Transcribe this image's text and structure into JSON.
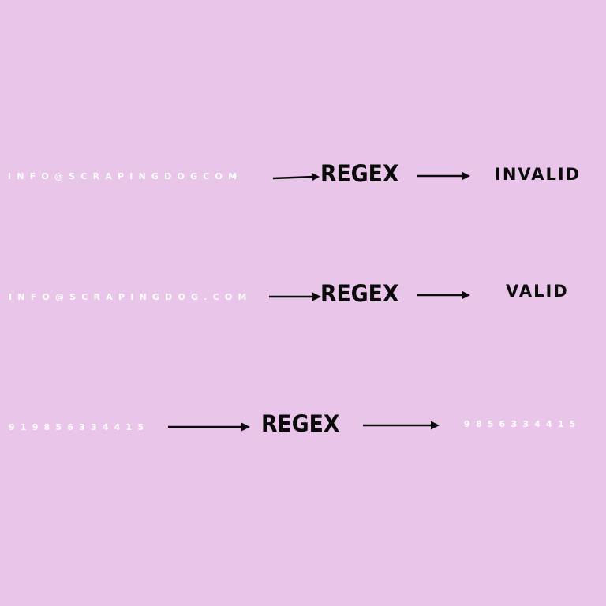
{
  "colors": {
    "background": "#E8C5E9",
    "input_text": "#FFFFFF",
    "label_text": "#0A0A0A",
    "arrow": "#0A0A0A",
    "output_small_text": "#FFFFFF"
  },
  "rows": [
    {
      "input": "INFO@SCRAPINGDOGCOM",
      "process": "REGEX",
      "output": "INVALID"
    },
    {
      "input": "INFO@SCRAPINGDOG.COM",
      "process": "REGEX",
      "output": "VALID"
    },
    {
      "input": "919856334415",
      "process": "REGEX",
      "output": "9856334415"
    }
  ]
}
